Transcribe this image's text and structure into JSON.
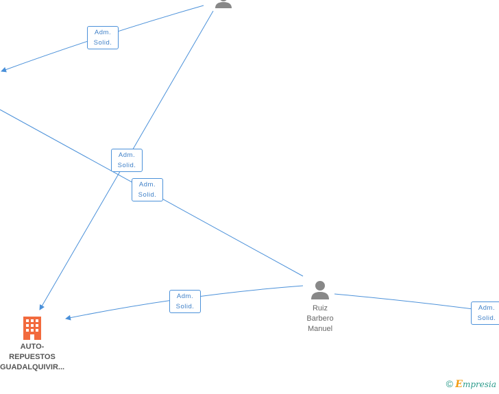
{
  "edge_label": {
    "line1": "Adm.",
    "line2": "Solid."
  },
  "nodes": {
    "person_center": {
      "name_lines": [
        "Ruiz",
        "Barbero",
        "Manuel"
      ]
    },
    "company": {
      "name_lines": [
        "AUTO-",
        "REPUESTOS",
        "GUADALQUIVIR..."
      ]
    }
  },
  "footer": {
    "copyright": "©",
    "brand_e": "E",
    "brand_rest": "mpresia"
  },
  "colors": {
    "edge": "#4a90d9",
    "edge_label_text": "#3d7fc7",
    "person_icon": "#888888",
    "company_icon": "#f26a3d",
    "footer_brand": "#2a9a8a"
  }
}
